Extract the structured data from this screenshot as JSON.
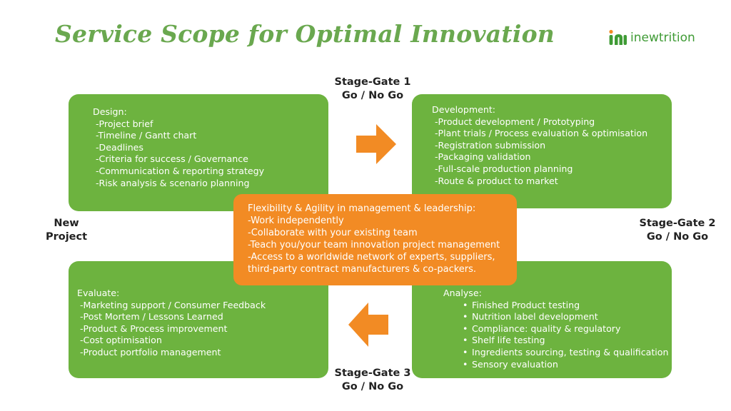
{
  "title": "Service Scope for Optimal Innovation",
  "logo": {
    "text": "inewtrition",
    "icon": "inewtrition-logo-icon",
    "color": "#3f9b35"
  },
  "colors": {
    "box_green": "#6db33f",
    "center_orange": "#f28b24",
    "arrow_orange": "#f28b24",
    "title_green": "#6aa84f"
  },
  "stages": {
    "gate1": {
      "line1": "Stage-Gate 1",
      "line2": "Go / No Go"
    },
    "gate2": {
      "line1": "Stage-Gate 2",
      "line2": "Go / No Go"
    },
    "gate3": {
      "line1": "Stage-Gate 3",
      "line2": "Go / No Go"
    },
    "new_project": {
      "line1": "New",
      "line2": "Project"
    }
  },
  "design": {
    "heading": "Design:",
    "items": [
      "-Project brief",
      "-Timeline / Gantt chart",
      "-Deadlines",
      "-Criteria for success / Governance",
      "-Communication & reporting strategy",
      "-Risk analysis & scenario planning"
    ]
  },
  "development": {
    "heading": "Development:",
    "items": [
      "-Product development / Prototyping",
      "-Plant trials / Process evaluation & optimisation",
      "-Registration submission",
      "-Packaging validation",
      "-Full-scale production planning",
      "-Route & product to market"
    ]
  },
  "evaluate": {
    "heading": "Evaluate:",
    "items": [
      "-Marketing support / Consumer Feedback",
      "-Post Mortem / Lessons Learned",
      "-Product & Process improvement",
      "-Cost optimisation",
      "-Product portfolio management"
    ]
  },
  "analyse": {
    "heading": "Analyse:",
    "items": [
      "Finished Product testing",
      "Nutrition label development",
      "Compliance: quality & regulatory",
      "Shelf life testing",
      "Ingredients sourcing, testing & qualification",
      "Sensory evaluation"
    ]
  },
  "center": {
    "heading": "Flexibility & Agility in management & leadership:",
    "items": [
      "-Work independently",
      "-Collaborate with your existing team",
      "-Teach you/your team innovation project management",
      "-Access to a worldwide network of experts, suppliers,",
      "third-party contract manufacturers & co-packers."
    ]
  }
}
